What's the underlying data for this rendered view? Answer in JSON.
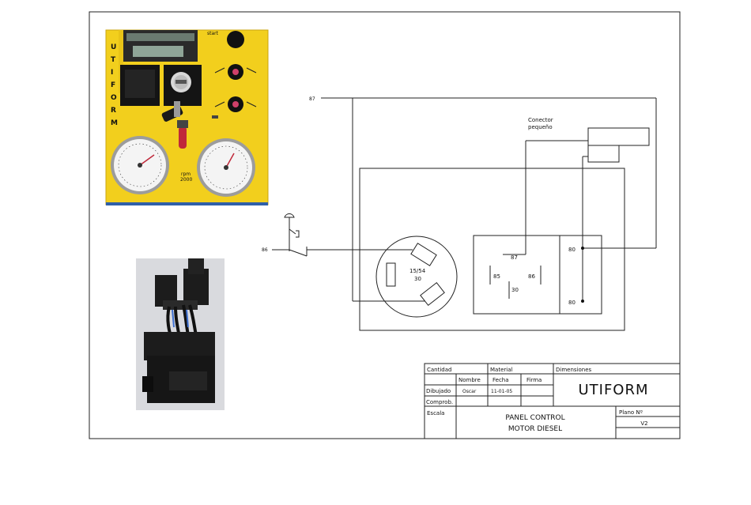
{
  "schematic": {
    "connector_label_line1": "Conector",
    "connector_label_line2": "pequeño",
    "wire_87_left": "87",
    "wire_86_left": "86",
    "switch_terminal_1": "15/54",
    "switch_terminal_2": "30",
    "relay_87": "87",
    "relay_85": "85",
    "relay_86": "86",
    "relay_30": "30",
    "terminal_80_top": "80",
    "terminal_80_bottom": "80"
  },
  "panel_photo": {
    "brand_letters": [
      "U",
      "T",
      "I",
      "F",
      "O",
      "R",
      "M"
    ],
    "start_label": "start",
    "gauge_left_unit": "",
    "gauge_right_label_1": "rpm",
    "gauge_right_label_2": "2000"
  },
  "title_block": {
    "cantidad": "Cantidad",
    "material": "Material",
    "dimensiones": "Dimensiones",
    "nombre": "Nombre",
    "fecha": "Fecha",
    "firma": "Firma",
    "dibujado": "Dibujado",
    "dibujado_nombre": "Oscar",
    "dibujado_fecha": "11-01-05",
    "comprob": "Comprob.",
    "escala": "Escala",
    "brand": "UTIFORM",
    "title_line1": "PANEL CONTROL",
    "title_line2": "MOTOR DIESEL",
    "plano_label": "Plano Nº",
    "plano_value": "V2"
  },
  "colors": {
    "panel_yellow": "#f2cf1d",
    "panel_blue": "#2f5fa8",
    "connector_black": "#1c1c1c"
  }
}
